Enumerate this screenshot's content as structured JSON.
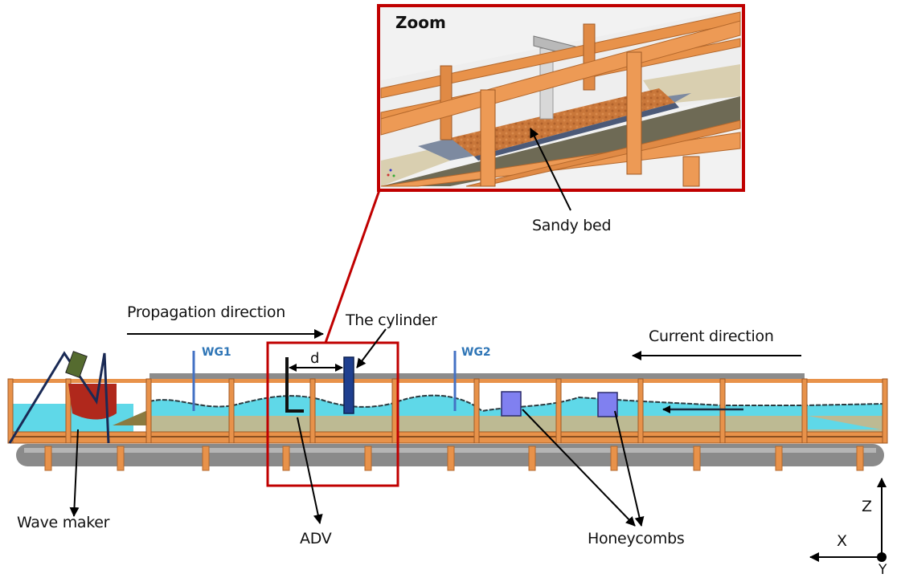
{
  "figure": {
    "zoom_inset": {
      "title": "Zoom"
    },
    "labels": {
      "sandy_bed": "Sandy bed",
      "propagation_direction": "Propagation direction",
      "the_cylinder": "The cylinder",
      "current_direction": "Current direction",
      "wave_maker": "Wave maker",
      "adv": "ADV",
      "honeycombs": "Honeycombs",
      "distance": "d"
    },
    "wave_gauges": [
      "WG1",
      "WG2"
    ],
    "axes": {
      "z": "Z",
      "x": "X",
      "y": "Y"
    },
    "colors": {
      "highlight_frame": "#c00000",
      "water": "#5fd8e8",
      "frame_orange": "#e8924a",
      "wave_gauge_blue": "#4472c4",
      "cylinder": "#1f3f8f",
      "honeycomb": "#8080f0",
      "sandy_bed": "#c9773a",
      "pipe_gray": "#8a8a8a"
    }
  }
}
